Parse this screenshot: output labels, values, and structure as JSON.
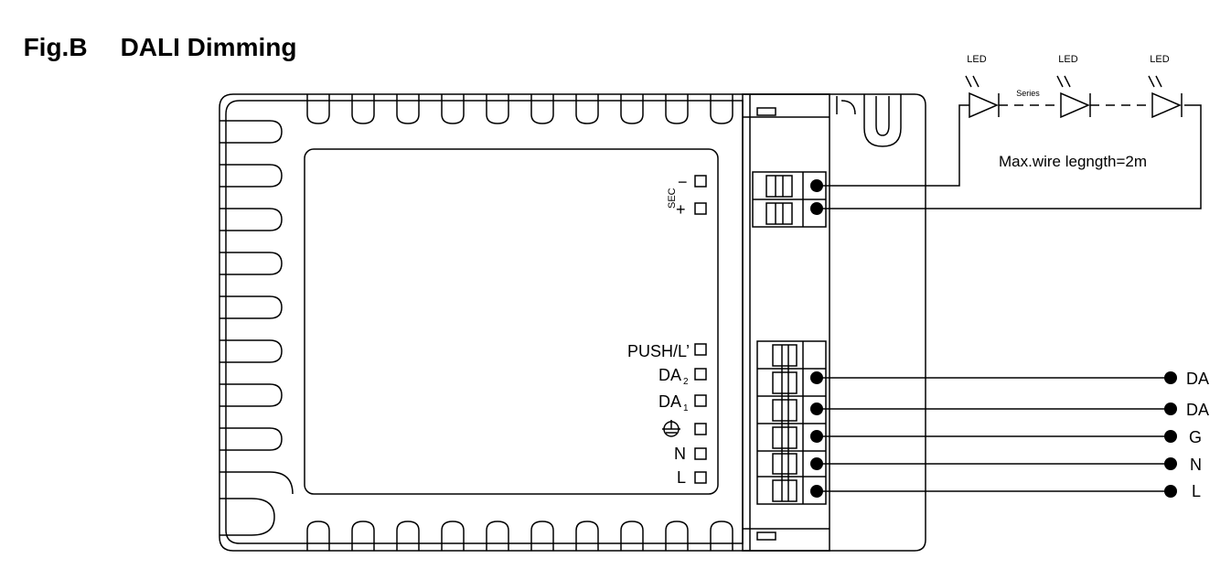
{
  "figure": {
    "label": "Fig.B",
    "title": "DALI Dimming"
  },
  "secondary": {
    "sec_label": "SEC",
    "minus_symbol": "−",
    "plus_symbol": "+"
  },
  "inputs": {
    "push": "PUSH/L’",
    "da2_base": "DA",
    "da2_sub": "2",
    "da1_base": "DA",
    "da1_sub": "1",
    "ground_icon": "earth-ground-icon",
    "n": "N",
    "l": "L"
  },
  "led_string": {
    "led_labels": [
      "LED",
      "LED",
      "LED"
    ],
    "series_label": "Series",
    "max_wire": "Max.wire legngth=2m"
  },
  "wire_labels": [
    "DA",
    "DA",
    "G",
    "N",
    "L"
  ]
}
